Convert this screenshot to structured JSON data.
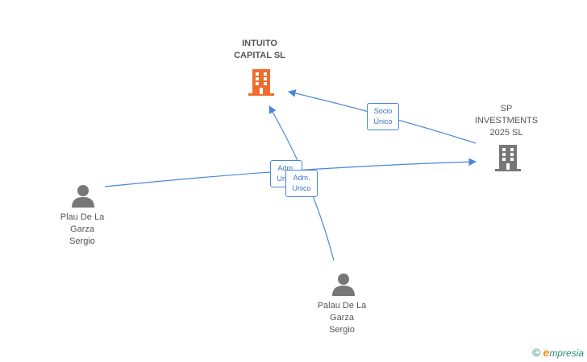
{
  "nodes": {
    "intuito": {
      "label": "INTUITO\nCAPITAL  SL",
      "icon": "building-icon",
      "color": "#f26b2e"
    },
    "sp": {
      "label": "SP\nINVESTMENTS\n2025  SL",
      "icon": "building-icon",
      "color": "#777777"
    },
    "plau": {
      "label": "Plau De La\nGarza\nSergio",
      "icon": "person-icon",
      "color": "#777777"
    },
    "palau": {
      "label": "Palau De La\nGarza\nSergio",
      "icon": "person-icon",
      "color": "#777777"
    }
  },
  "edges": {
    "socio": {
      "label": "Socio\nÚnico"
    },
    "adm1": {
      "label": "Adm.\nUnico"
    },
    "adm2": {
      "label": "Adm.\nUnico"
    }
  },
  "edge_color": "#4a86d8",
  "brand": {
    "copyright": "©",
    "name_initial": "e",
    "name_rest": "mpresia"
  }
}
